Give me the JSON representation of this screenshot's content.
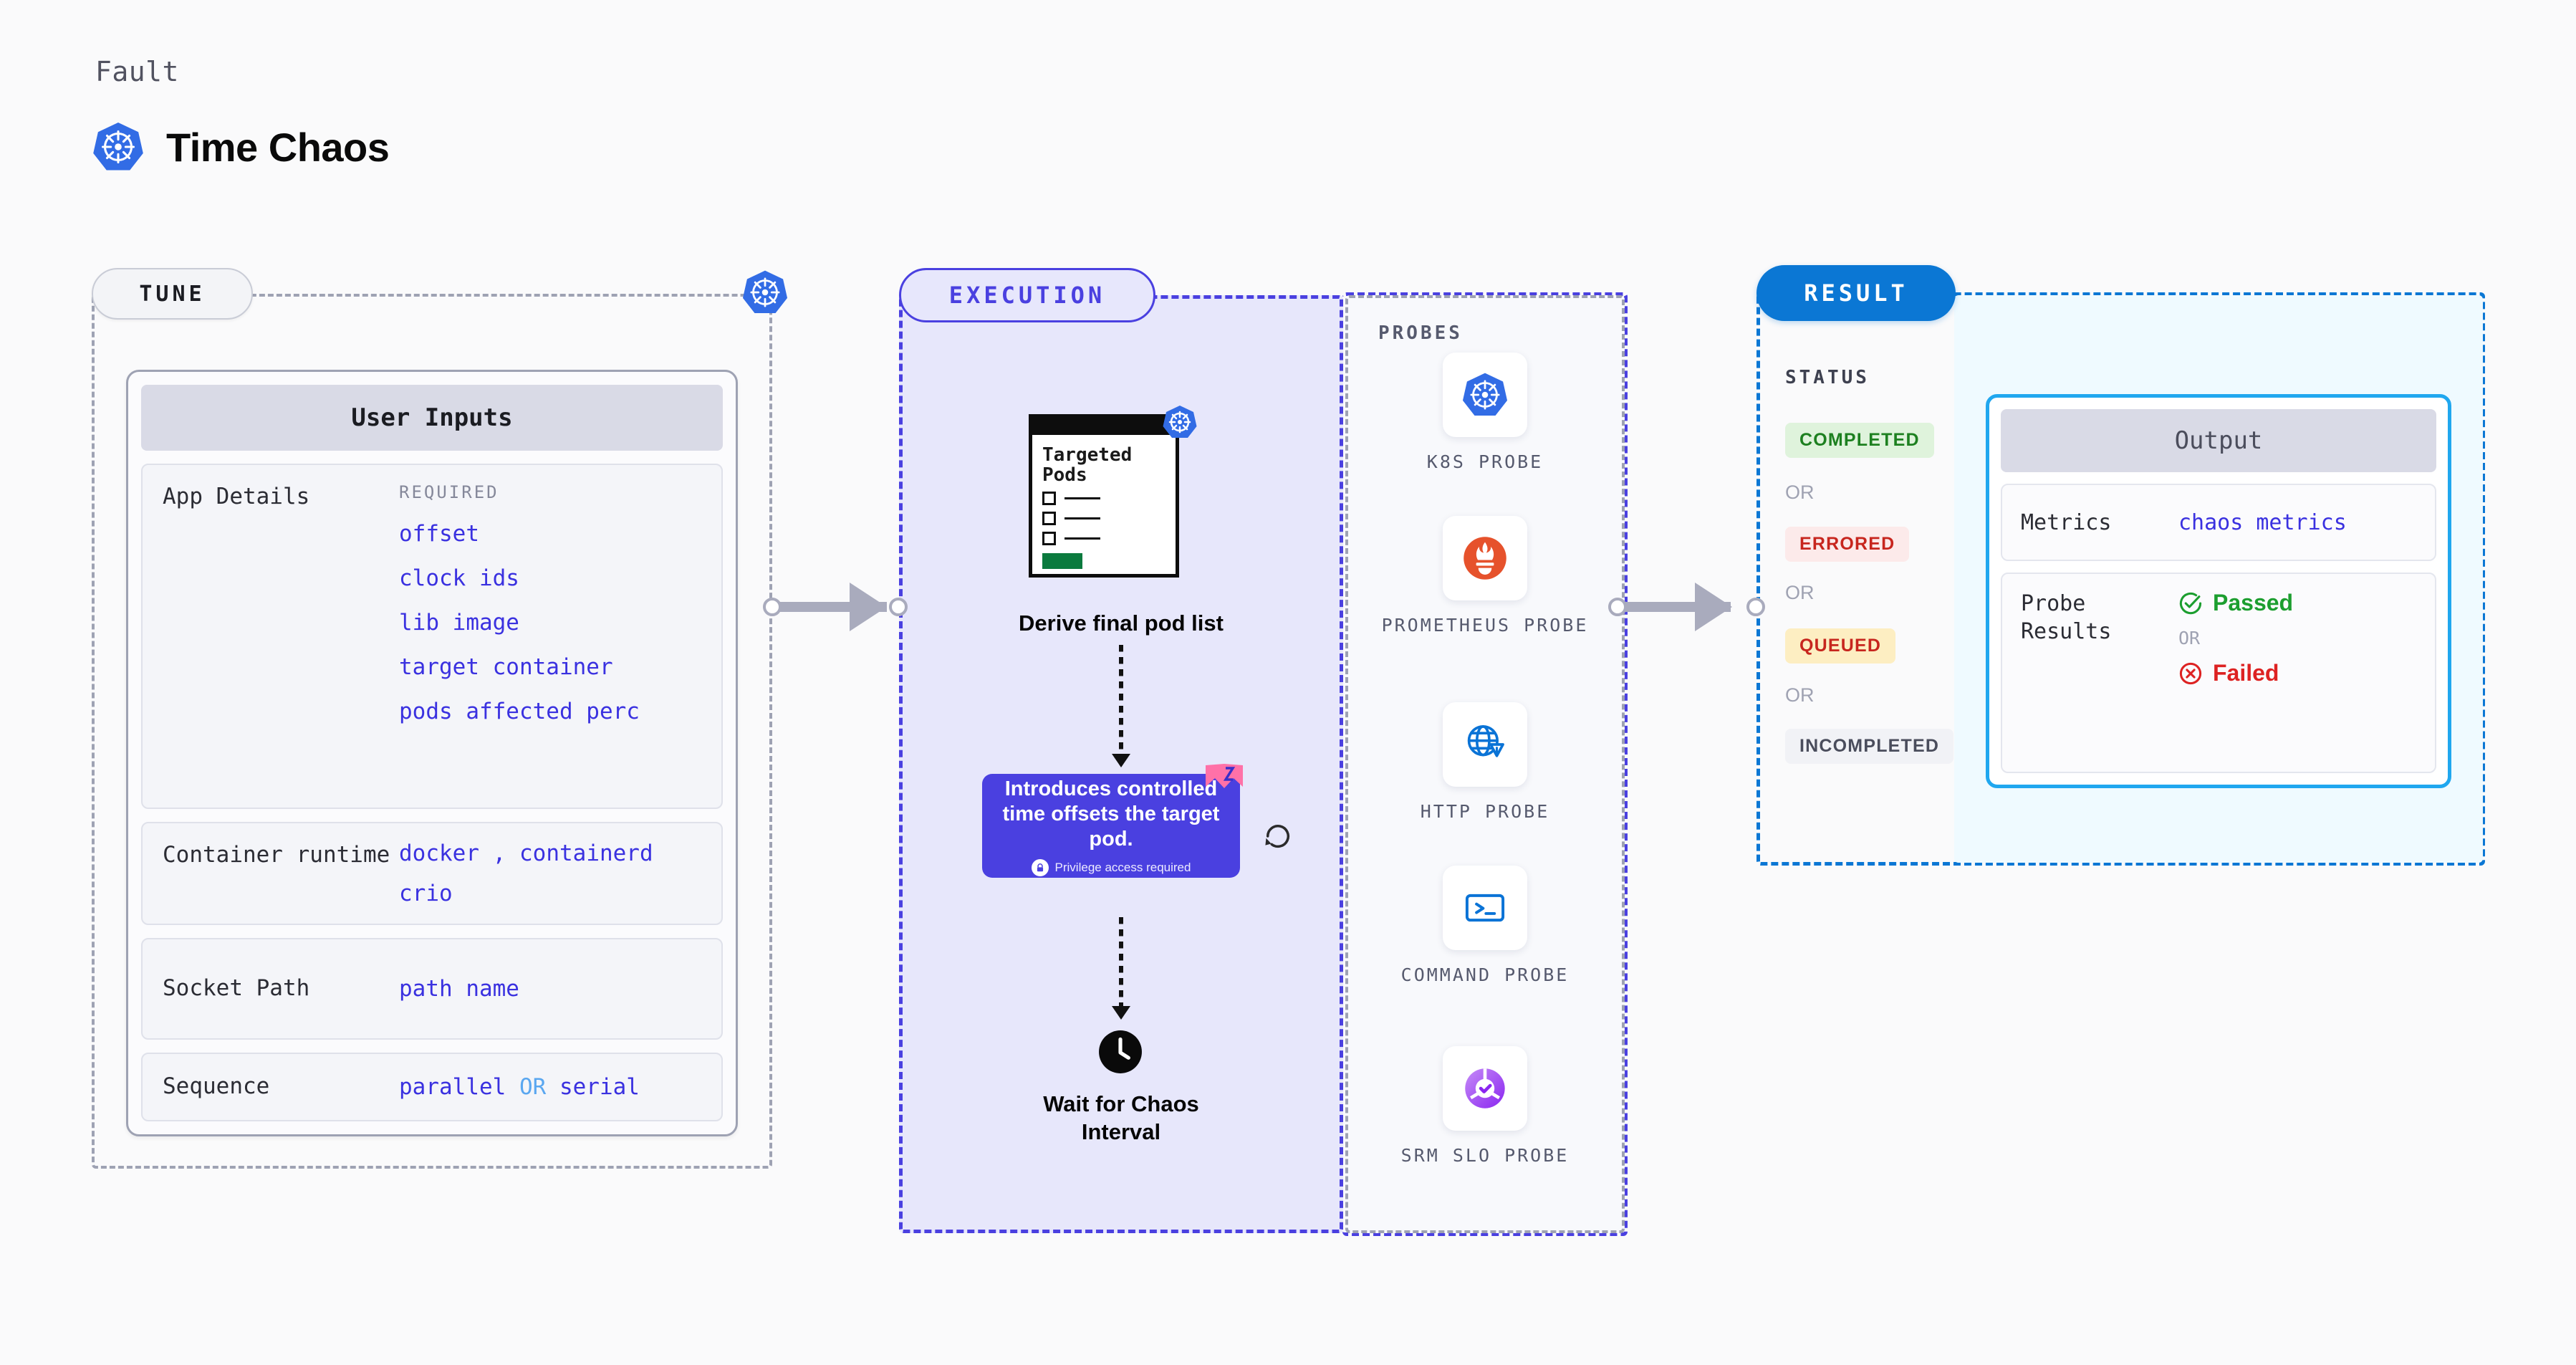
{
  "header": {
    "eyebrow": "Fault",
    "title": "Time Chaos",
    "icon": "kubernetes-icon"
  },
  "sections": {
    "tune": {
      "pill_label": "TUNE"
    },
    "execution": {
      "pill_label": "EXECUTION"
    },
    "result": {
      "pill_label": "RESULT"
    },
    "probes": {
      "title": "PROBES"
    }
  },
  "tune": {
    "card_title": "User Inputs",
    "rows": [
      {
        "label": "App Details",
        "required_label": "REQUIRED",
        "values": [
          "offset",
          "clock ids",
          "lib image",
          "target container",
          "pods affected perc"
        ]
      },
      {
        "label": "Container runtime",
        "value_line1_a": "docker",
        "value_line1_sep": ",",
        "value_line1_b": "containerd",
        "value_line2": "crio"
      },
      {
        "label": "Socket Path",
        "value": "path name"
      },
      {
        "label": "Sequence",
        "value_a": "parallel",
        "value_or": "OR",
        "value_b": "serial"
      }
    ]
  },
  "execution": {
    "pods_card": {
      "title_line1": "Targeted",
      "title_line2": "Pods",
      "badge_icon": "kubernetes-icon"
    },
    "step1_caption": "Derive final pod list",
    "tooltip": {
      "text": "Introduces controlled time offsets the target pod.",
      "privilege_note": "Privilege access required",
      "lock_icon": "lock-icon",
      "ribbon_icon": "ribbon-icon",
      "refresh_icon": "refresh-icon"
    },
    "step2_caption_line1": "Wait for Chaos",
    "step2_caption_line2": "Interval",
    "clock_icon": "clock-icon"
  },
  "probes": [
    {
      "label": "K8S PROBE",
      "icon": "kubernetes-icon"
    },
    {
      "label": "PROMETHEUS PROBE",
      "icon": "prometheus-icon"
    },
    {
      "label": "HTTP PROBE",
      "icon": "http-globe-icon"
    },
    {
      "label": "COMMAND PROBE",
      "icon": "terminal-icon"
    },
    {
      "label": "SRM SLO PROBE",
      "icon": "srm-slo-icon"
    }
  ],
  "result": {
    "status_title": "STATUS",
    "or_label": "OR",
    "statuses": [
      {
        "label": "COMPLETED",
        "bg": "#dff3dc",
        "fg": "#1d8020"
      },
      {
        "label": "ERRORED",
        "bg": "#fceaea",
        "fg": "#c7261e"
      },
      {
        "label": "QUEUED",
        "bg": "#fdeec2",
        "fg": "#c7261e"
      },
      {
        "label": "INCOMPLETED",
        "bg": "#f1f2f6",
        "fg": "#4a4d5c"
      }
    ],
    "output": {
      "card_title": "Output",
      "metrics_label": "Metrics",
      "metrics_value": "chaos metrics",
      "probe_label": "Probe Results",
      "passed_label": "Passed",
      "or_label": "OR",
      "failed_label": "Failed",
      "passed_icon": "check-circle-icon",
      "failed_icon": "x-circle-icon"
    }
  },
  "colors": {
    "page_bg": "#fafafb",
    "tune_border": "#9ea2b3",
    "execution_accent": "#4a40e0",
    "execution_bg": "#e7e7fb",
    "result_accent": "#0b77d4",
    "output_bg": "#effaff",
    "output_border": "#20a7ef",
    "code_blue": "#3a31e0",
    "kubernetes_blue": "#326ce5"
  }
}
